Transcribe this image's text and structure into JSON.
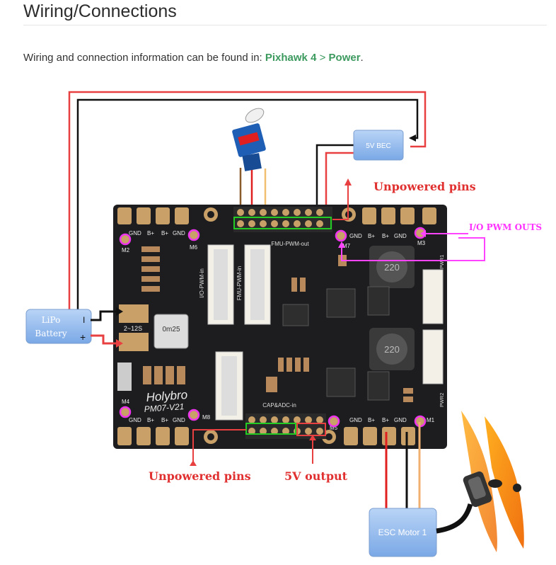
{
  "page": {
    "title": "Wiring/Connections",
    "intro_text": "Wiring and connection information can be found in: ",
    "intro_end": ".",
    "breadcrumb": {
      "link1": "Pixhawk 4",
      "separator": ">",
      "link2": "Power"
    }
  },
  "diagram": {
    "bec_label": "5V BEC",
    "battery_label_line1": "LiPo",
    "battery_label_line2": "Battery",
    "battery_minus": "I",
    "battery_plus": "+",
    "unpowered_pins_top": "Unpowered pins",
    "unpowered_pins_bottom": "Unpowered pins",
    "io_pwm_outs": "I/O PWM OUTS",
    "five_v_output": "5V output",
    "esc_label": "ESC Motor 1",
    "board_brand": "Holybro",
    "board_model": "PM07-V21",
    "cell_label": "2~12S",
    "fmu_pwm_out": "FMU-PWM-out",
    "io_pwm_in": "I/O-PWM-in",
    "fmu_pwm_in": "FMU-PWM-in",
    "cap_adc_in": "CAP&ADC-in",
    "inductor_label": "220",
    "m2": "M2",
    "m6": "M6",
    "m7": "M7",
    "m3": "M3",
    "m4": "M4",
    "m8": "M8",
    "m5": "M5",
    "m1": "M1",
    "gnd": "GND",
    "bplus": "B+",
    "pwr1": "PWR1",
    "pwr2": "PWR2",
    "shunt_label": "0m25"
  },
  "colors": {
    "link": "#3c9a5f",
    "annotation_red": "#e03030",
    "annotation_magenta": "#ff44ff",
    "wire_red": "#e84040",
    "board": "#1d1d1f",
    "pad": "#c8a068"
  }
}
